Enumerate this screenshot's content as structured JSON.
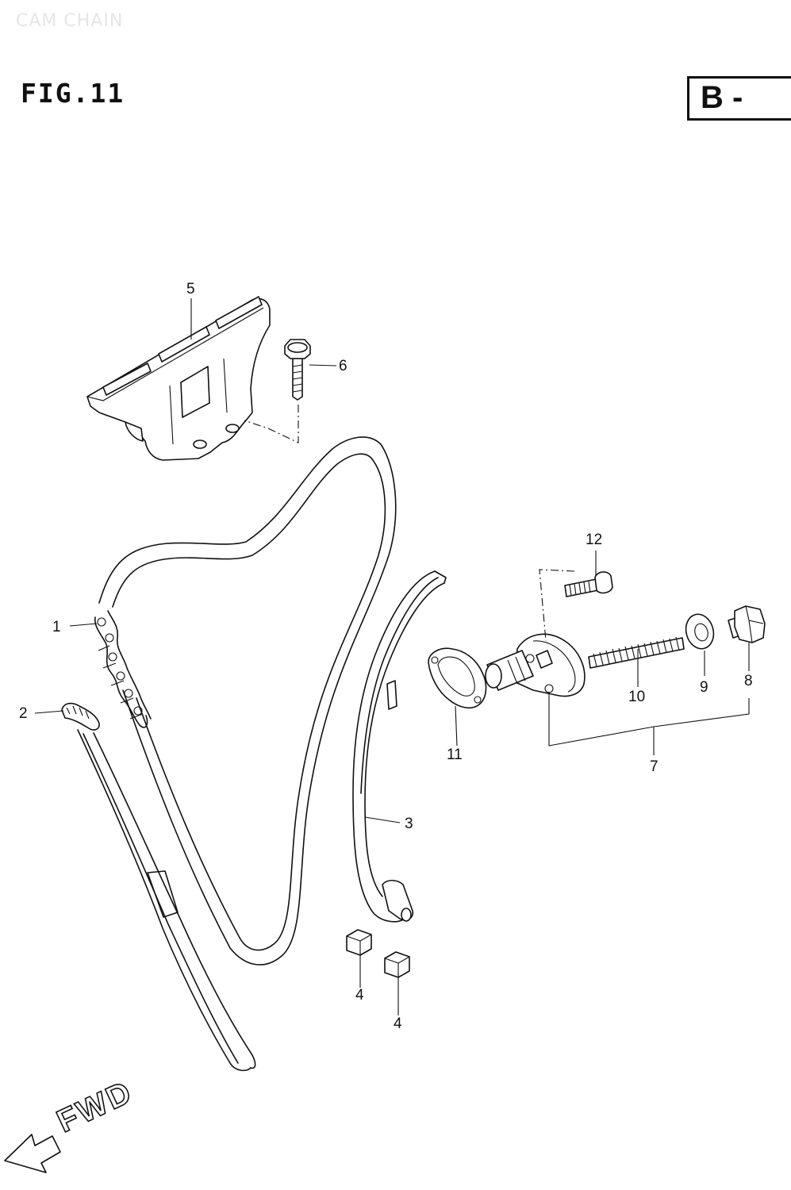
{
  "header": {
    "watermark": "CAM CHAIN",
    "figure_label": "FIG.11",
    "section_code": "B -"
  },
  "callouts": {
    "c1": "1",
    "c2": "2",
    "c3": "3",
    "c4a": "4",
    "c4b": "4",
    "c5": "5",
    "c6": "6",
    "c7": "7",
    "c8": "8",
    "c9": "9",
    "c10": "10",
    "c11": "11",
    "c12": "12"
  },
  "direction_marker": {
    "label": "FWD"
  }
}
